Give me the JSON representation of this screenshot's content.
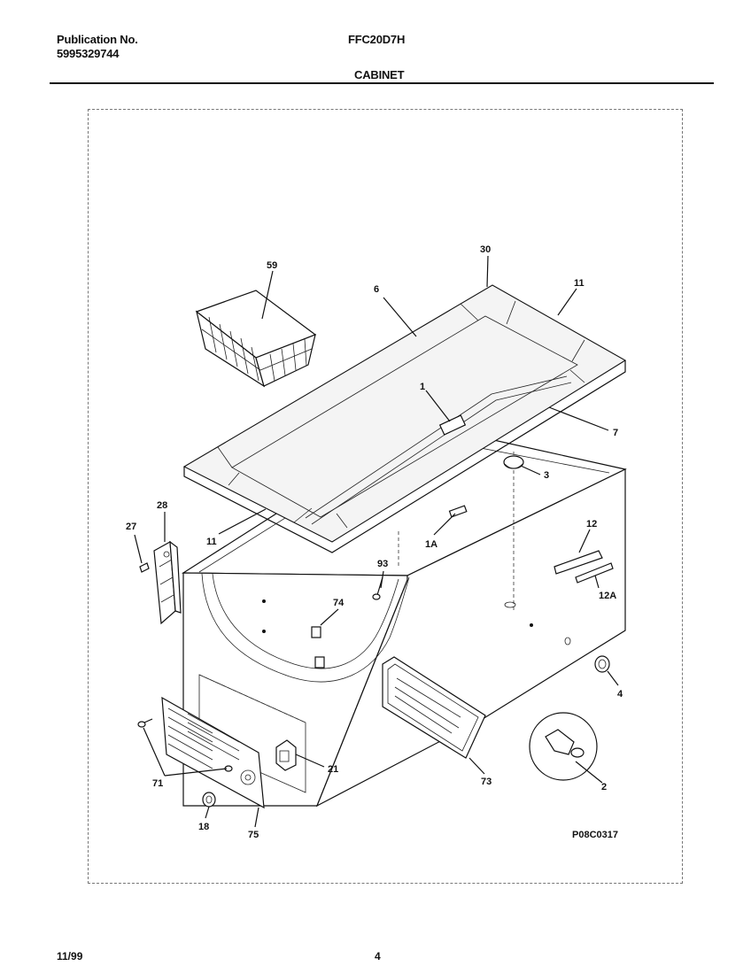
{
  "header": {
    "publication_label": "Publication No.",
    "publication_number": "5995329744",
    "model": "FFC20D7H",
    "section": "CABINET"
  },
  "footer": {
    "date": "11/99",
    "page": "4"
  },
  "diagram": {
    "drawing_code": "P08C0317",
    "callouts": {
      "c59": "59",
      "c6": "6",
      "c30": "30",
      "c11a": "11",
      "c1": "1",
      "c7": "7",
      "c3": "3",
      "c28": "28",
      "c27": "27",
      "c11b": "11",
      "c1A": "1A",
      "c12": "12",
      "c93": "93",
      "c12A": "12A",
      "c74": "74",
      "c4": "4",
      "c21": "21",
      "c71": "71",
      "c73": "73",
      "c2": "2",
      "c18": "18",
      "c75": "75"
    }
  }
}
